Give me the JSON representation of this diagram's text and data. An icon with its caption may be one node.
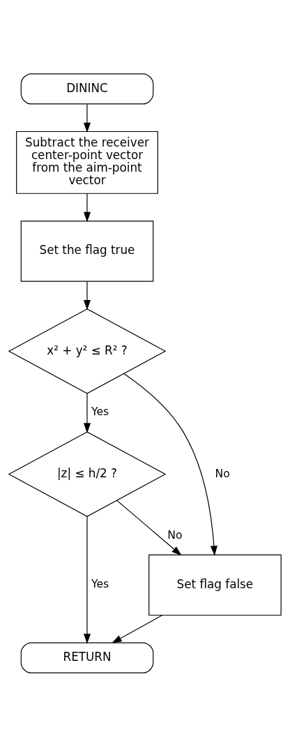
{
  "diagram": {
    "nodes": [
      {
        "text": [
          "DININC"
        ]
      },
      {
        "text": [
          "Subtract the receiver center-point vector from the aim-point vector"
        ]
      },
      {
        "text": [
          "Set the flag true"
        ]
      },
      {
        "text": [
          "x² + y² ≤ R² ?"
        ]
      },
      {
        "text": [
          "|z| ≤ h/2 ?"
        ]
      },
      {
        "text": [
          "Set flag false"
        ]
      },
      {
        "text": [
          "RETURN"
        ]
      }
    ],
    "edges": [
      {
        "from": 0,
        "to": 1,
        "arrow": "to"
      },
      {
        "from": 1,
        "to": 2,
        "arrow": "to"
      },
      {
        "from": 2,
        "to": 3,
        "arrow": "to"
      },
      {
        "from": 3,
        "to": 4,
        "arrow": "to",
        "label": "Yes"
      },
      {
        "from": 3,
        "to": 5,
        "arrow": "to",
        "label": "No"
      },
      {
        "from": 4,
        "to": 5,
        "arrow": "to",
        "label": "No"
      },
      {
        "from": 4,
        "to": 6,
        "arrow": "to",
        "label": "Yes"
      },
      {
        "from": 5,
        "to": 6,
        "arrow": "to"
      }
    ]
  }
}
